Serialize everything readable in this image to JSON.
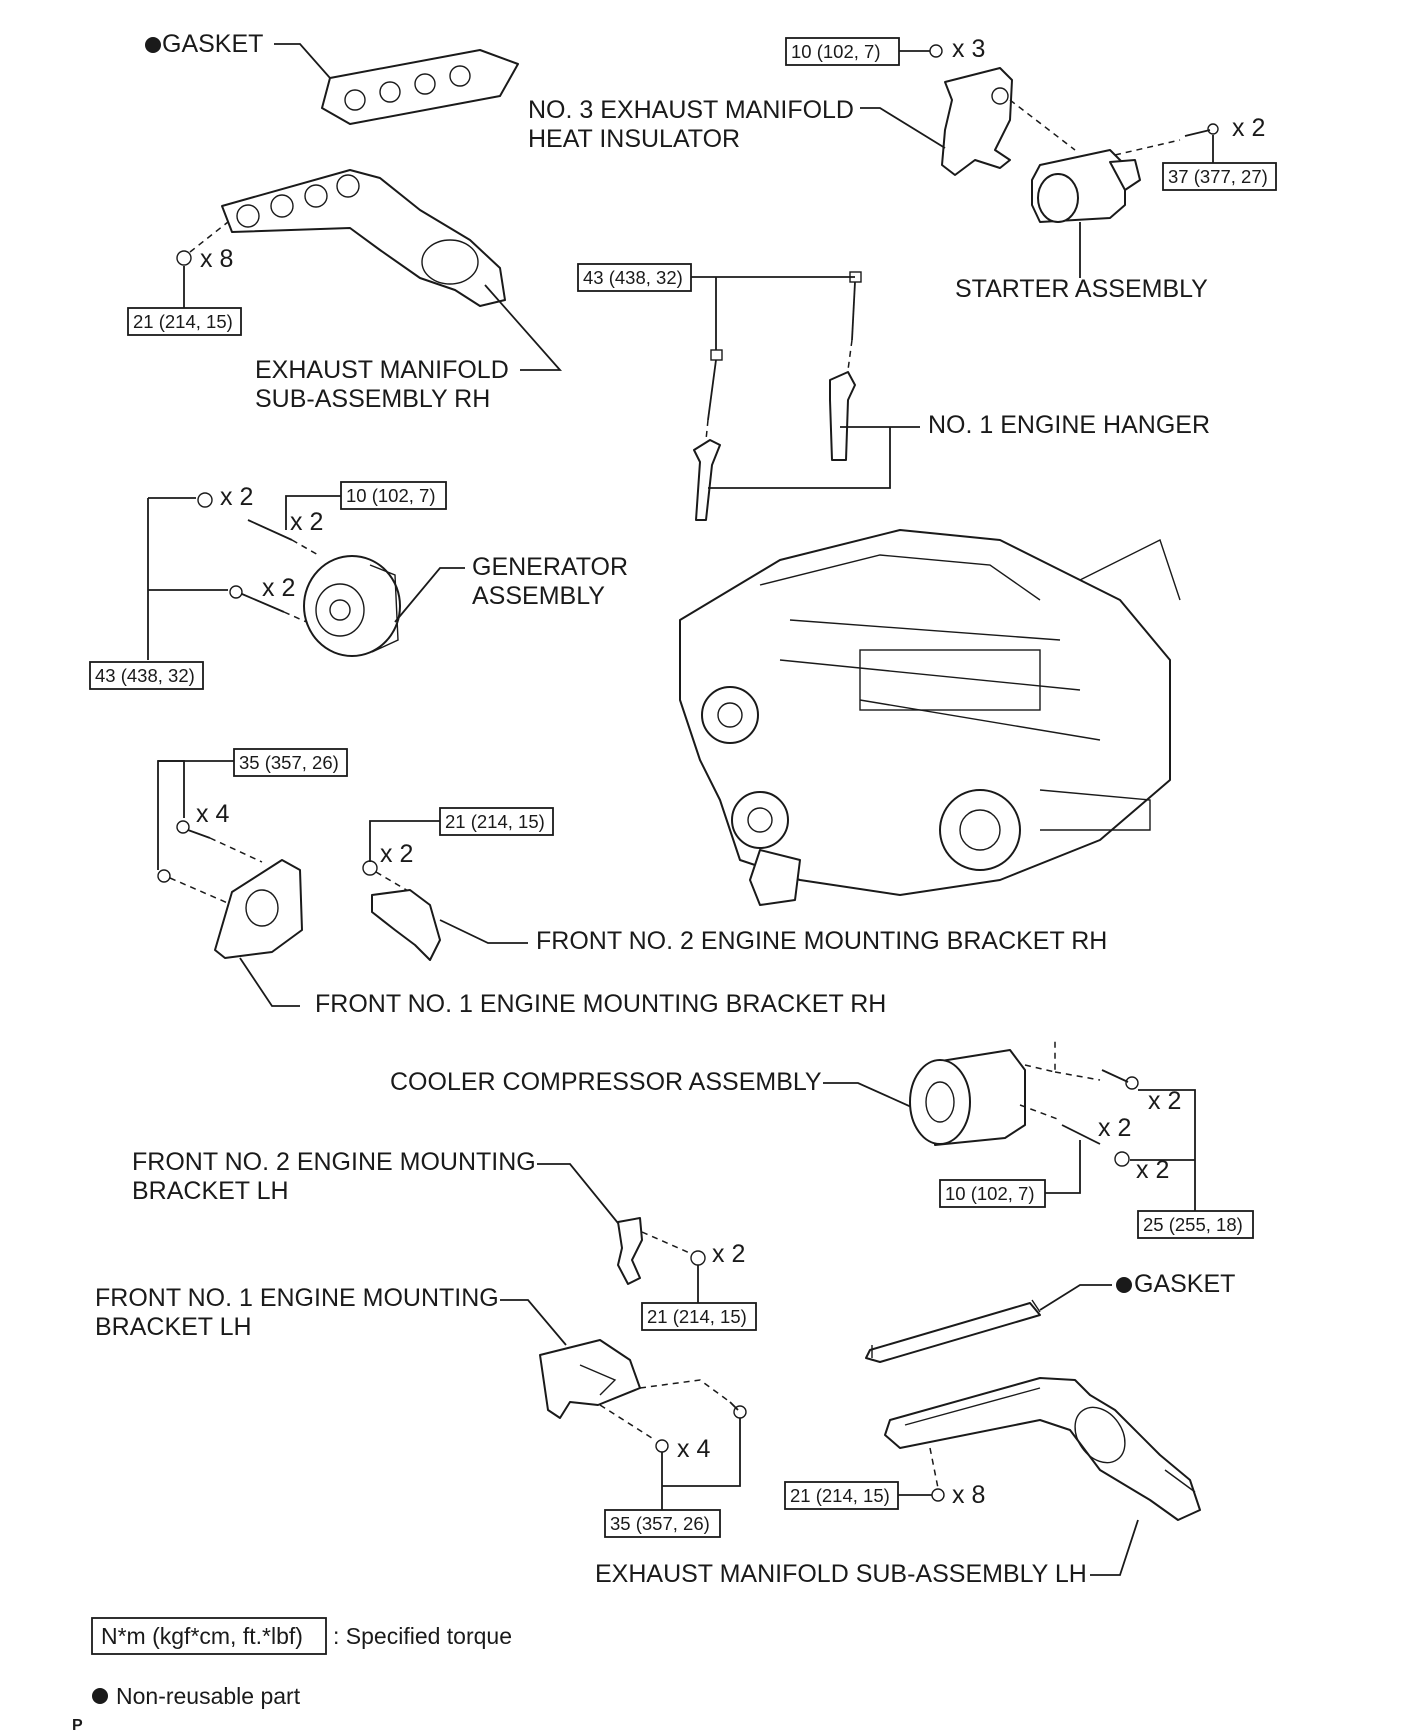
{
  "labels": {
    "gasket_rh": "GASKET",
    "heat_insulator_l1": "NO. 3 EXHAUST MANIFOLD",
    "heat_insulator_l2": "HEAT INSULATOR",
    "starter": "STARTER ASSEMBLY",
    "exhaust_rh_l1": "EXHAUST MANIFOLD",
    "exhaust_rh_l2": "SUB-ASSEMBLY RH",
    "engine_hanger": "NO. 1 ENGINE HANGER",
    "generator_l1": "GENERATOR",
    "generator_l2": "ASSEMBLY",
    "front2_rh": "FRONT NO. 2 ENGINE MOUNTING BRACKET RH",
    "front1_rh": "FRONT NO. 1 ENGINE MOUNTING BRACKET RH",
    "cooler": "COOLER COMPRESSOR ASSEMBLY",
    "front2_lh_l1": "FRONT NO. 2 ENGINE MOUNTING",
    "front2_lh_l2": "BRACKET LH",
    "front1_lh_l1": "FRONT NO. 1 ENGINE MOUNTING",
    "front1_lh_l2": "BRACKET LH",
    "gasket_lh": "GASKET",
    "exhaust_lh": "EXHAUST MANIFOLD SUB-ASSEMBLY LH"
  },
  "torques": {
    "heat_insulator": "10 (102, 7)",
    "starter": "37 (377, 27)",
    "exhaust_rh": "21 (214, 15)",
    "engine_hanger": "43 (438, 32)",
    "generator_upper": "10 (102, 7)",
    "generator_lower": "43 (438, 32)",
    "front1_rh": "35 (357, 26)",
    "front2_rh": "21 (214, 15)",
    "cooler_stud": "10 (102, 7)",
    "cooler_bolt": "25 (255, 18)",
    "front2_lh": "21 (214, 15)",
    "front1_lh": "35 (357, 26)",
    "exhaust_lh": "21 (214, 15)"
  },
  "quantities": {
    "heat_insulator": "x 3",
    "starter": "x 2",
    "exhaust_rh": "x 8",
    "generator_nut": "x 2",
    "generator_stud": "x 2",
    "generator_bolt": "x 2",
    "front1_rh": "x 4",
    "front2_rh": "x 2",
    "cooler_upper": "x 2",
    "cooler_stud": "x 2",
    "cooler_nut": "x 2",
    "front2_lh": "x 2",
    "front1_lh": "x 4",
    "exhaust_lh": "x 8"
  },
  "legend": {
    "unit_box": "N*m (kgf*cm, ft.*lbf)",
    "unit_desc": ": Specified torque",
    "non_reusable": "Non-reusable part"
  },
  "corner_mark": "P"
}
